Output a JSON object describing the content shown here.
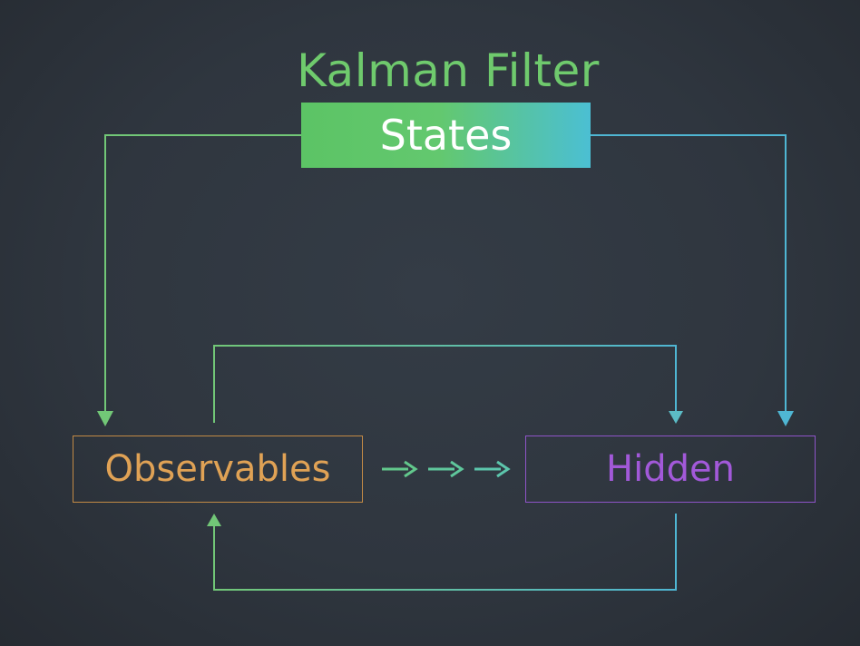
{
  "diagram": {
    "title": "Kalman Filter",
    "states_label": "States",
    "observables_label": "Observables",
    "hidden_label": "Hidden"
  },
  "colors": {
    "background": "#2e353e",
    "title": "#6fca6d",
    "states_gradient_start": "#5cc465",
    "states_gradient_end": "#4bbfd3",
    "green_connector": "#72c777",
    "blue_connector": "#4fb6d3",
    "observables_border": "#c28a45",
    "observables_text": "#e0a255",
    "hidden_border": "#8e54c8",
    "hidden_text": "#a259d9",
    "flow_arrows": "#5fc79c"
  }
}
